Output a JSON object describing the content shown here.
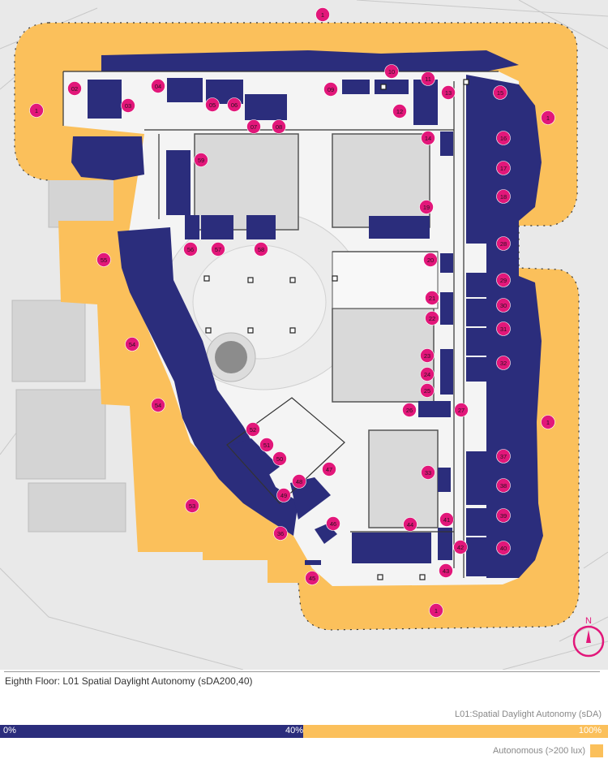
{
  "caption": "Eighth Floor: L01 Spatial Daylight Autonomy (sDA200,40)",
  "legend": {
    "title": "L01:Spatial Daylight Autonomy (sDA)",
    "scale_min": "0%",
    "scale_mid": "40%",
    "scale_max": "100%",
    "autonomous_label": "Autonomous (>200 lux)"
  },
  "compass_label": "N",
  "colors": {
    "autonomous": "#fbc05b",
    "non_autonomous": "#2b2d7c",
    "marker": "#e2177a"
  },
  "room_labels": [
    "1",
    "02",
    "03",
    "04",
    "05",
    "06",
    "07",
    "08",
    "09",
    "10",
    "11",
    "12",
    "13",
    "14",
    "15",
    "16",
    "17",
    "18",
    "19",
    "20",
    "21",
    "22",
    "23",
    "24",
    "25",
    "26",
    "27",
    "28",
    "29",
    "30",
    "31",
    "32",
    "33",
    "36",
    "37",
    "38",
    "39",
    "40",
    "41",
    "42",
    "43",
    "44",
    "45",
    "46",
    "47",
    "48",
    "49",
    "50",
    "51",
    "52",
    "53",
    "54",
    "55",
    "56",
    "57",
    "58",
    "59"
  ]
}
